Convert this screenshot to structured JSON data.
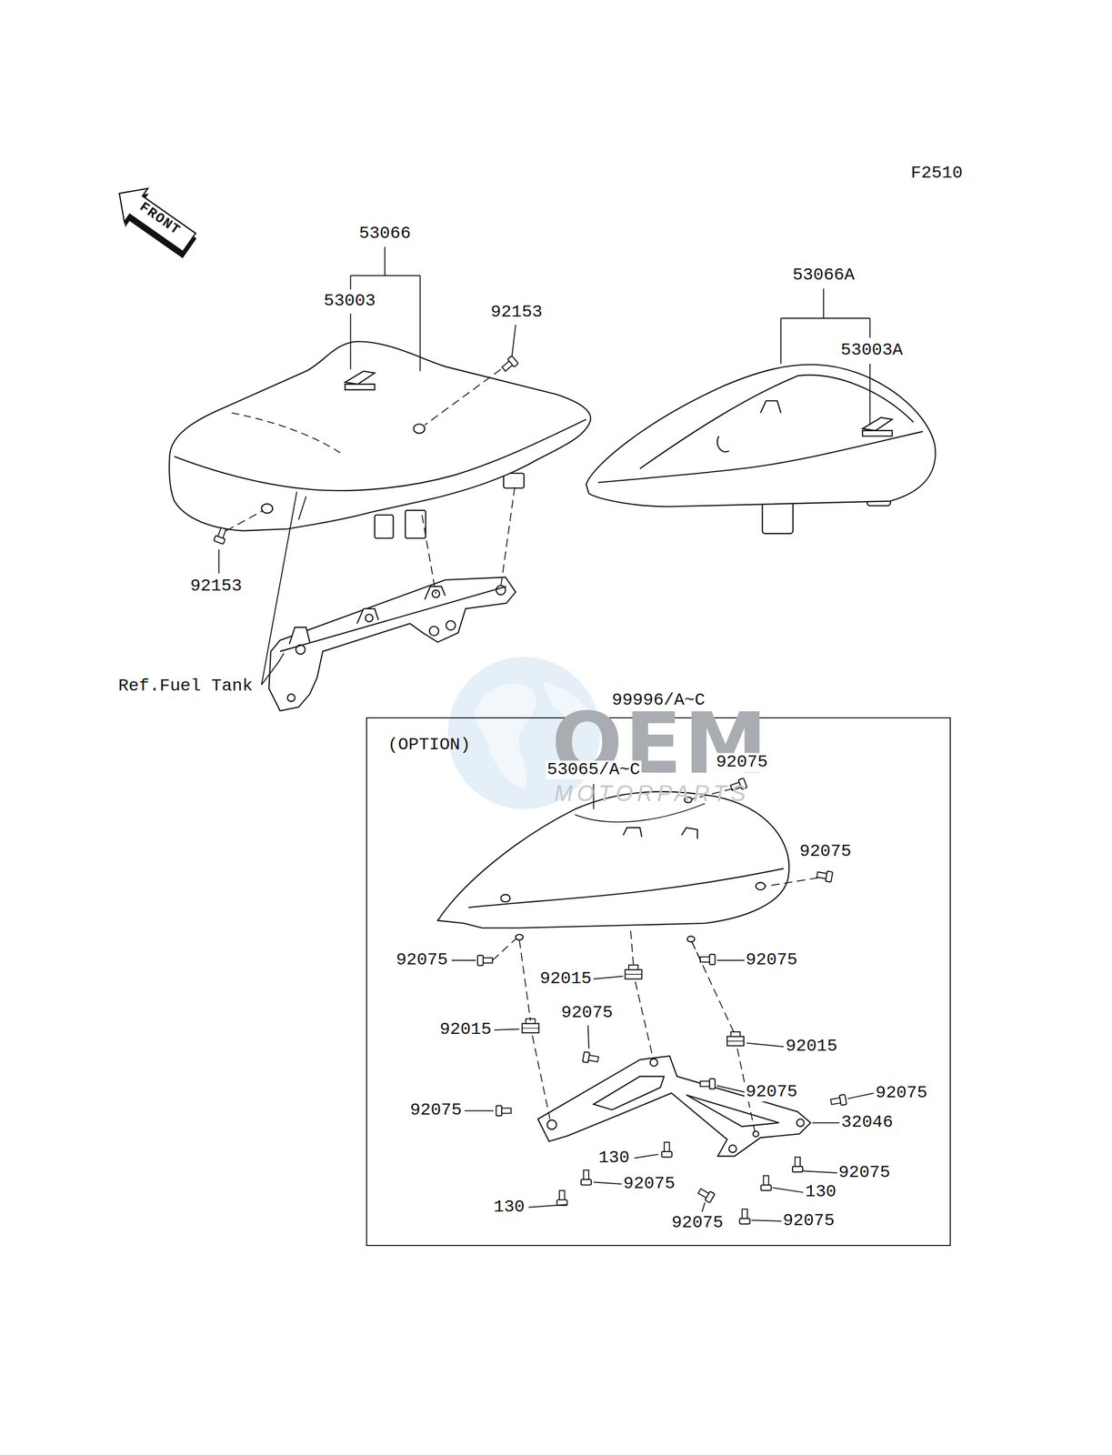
{
  "diagram": {
    "nodes": [
      {
        "text": [
          "(OPTION)"
        ]
      }
    ],
    "labels": [
      "F2510",
      "FRONT",
      "53066",
      "53066A",
      "53003",
      "92153",
      "53003A",
      "92153",
      "Ref.Fuel Tank",
      "99996/A~C",
      "OEM",
      "MOTORPARTS",
      "53065/A~C",
      "92075",
      "92075",
      "92075",
      "92075",
      "92015",
      "92075",
      "92015",
      "92015",
      "92075",
      "92075",
      "92075",
      "32046",
      "130",
      "92075",
      "92075",
      "130",
      "130",
      "92075",
      "92075"
    ]
  }
}
